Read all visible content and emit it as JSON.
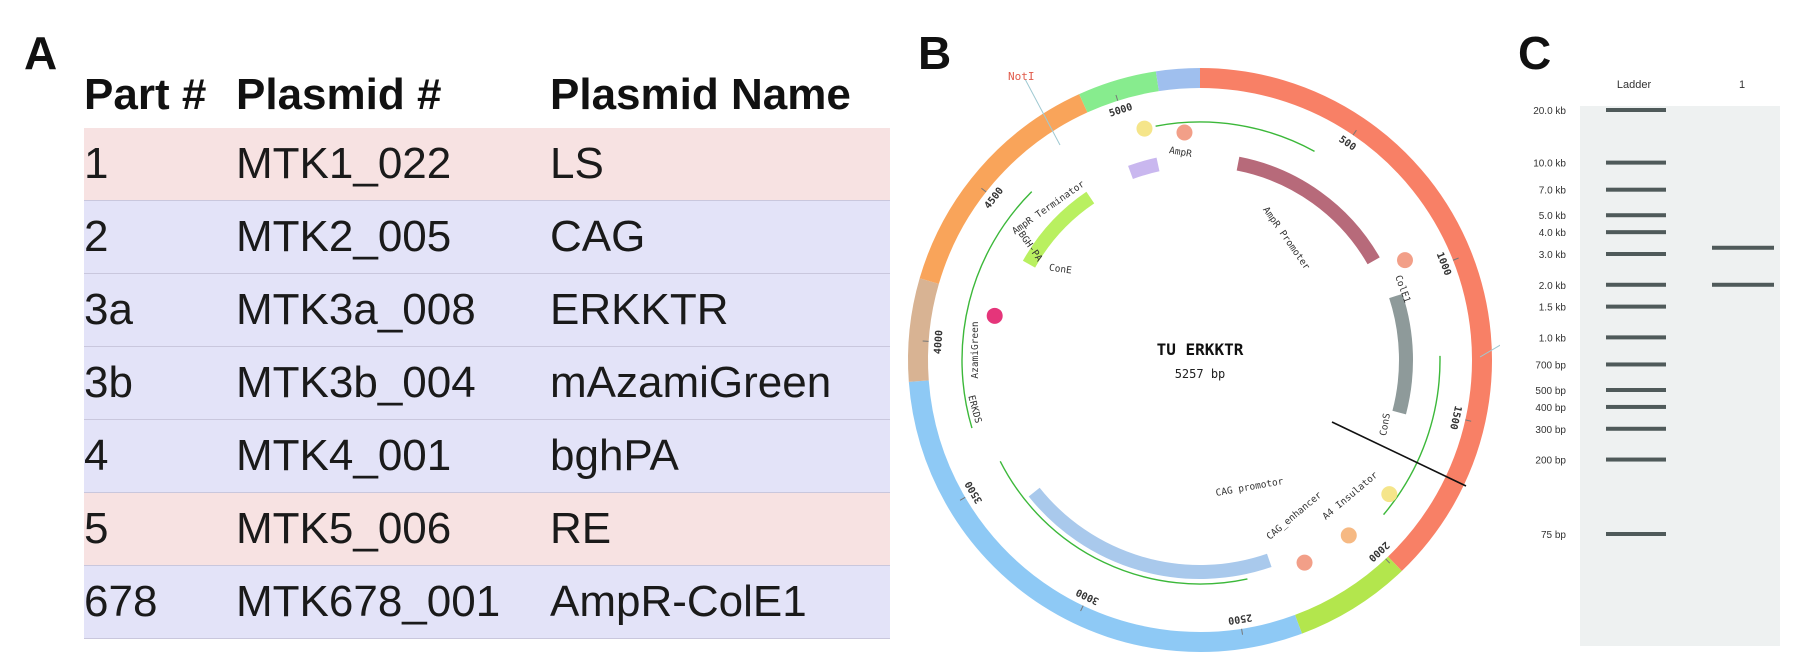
{
  "panels": {
    "a": "A",
    "b": "B",
    "c": "C"
  },
  "table": {
    "headers": [
      "Part #",
      "Plasmid #",
      "Plasmid Name"
    ],
    "rows": [
      {
        "part": "1",
        "plasmid": "MTK1_022",
        "name": "LS",
        "color": "#f7e2e2"
      },
      {
        "part": "2",
        "plasmid": "MTK2_005",
        "name": "CAG",
        "color": "#e3e3f8"
      },
      {
        "part": "3a",
        "plasmid": "MTK3a_008",
        "name": "ERKKTR",
        "color": "#e3e3f8"
      },
      {
        "part": "3b",
        "plasmid": "MTK3b_004",
        "name": "mAzamiGreen",
        "color": "#e3e3f8"
      },
      {
        "part": "4",
        "plasmid": "MTK4_001",
        "name": "bghPA",
        "color": "#e3e3f8"
      },
      {
        "part": "5",
        "plasmid": "MTK5_006",
        "name": "RE",
        "color": "#f7e2e2"
      },
      {
        "part": "678",
        "plasmid": "MTK678_001",
        "name": "AmpR-ColE1",
        "color": "#e3e3f8"
      }
    ]
  },
  "plasmid": {
    "title": "TU ERKKTR",
    "size": "5257 bp",
    "total_bp": 5257,
    "ticks": [
      "500",
      "1000",
      "1500",
      "2000",
      "2500",
      "3000",
      "3500",
      "4000",
      "4500",
      "5000"
    ],
    "restriction_site": "NotI",
    "features": [
      "ConE",
      "AmpR Terminator",
      "AmpR",
      "AmpR Promoter",
      "ColE1",
      "ConS",
      "A4 Insulator",
      "CAG_enhancer",
      "CAG promotor",
      "ERKDS",
      "AzamiGreen",
      "BGH-PA"
    ],
    "outer_segments": [
      {
        "from": 0,
        "to": 1990,
        "color": "#f88066"
      },
      {
        "from": 1990,
        "to": 2330,
        "color": "#b3e64d"
      },
      {
        "from": 2330,
        "to": 3880,
        "color": "#8ec9f5"
      },
      {
        "from": 3880,
        "to": 4180,
        "color": "#d8b393"
      },
      {
        "from": 4180,
        "to": 4900,
        "color": "#f9a45a"
      },
      {
        "from": 4900,
        "to": 5130,
        "color": "#87ec8e"
      },
      {
        "from": 5130,
        "to": 5257,
        "color": "#9fbfee"
      }
    ]
  },
  "gel": {
    "lanes": [
      "Ladder",
      "1"
    ],
    "ladder": [
      "20.0 kb",
      "10.0 kb",
      "7.0 kb",
      "5.0 kb",
      "4.0 kb",
      "3.0 kb",
      "2.0 kb",
      "1.5 kb",
      "1.0 kb",
      "700 bp",
      "500 bp",
      "400 bp",
      "300 bp",
      "200 bp",
      "75 bp"
    ],
    "ladder_bp": [
      20000,
      10000,
      7000,
      5000,
      4000,
      3000,
      2000,
      1500,
      1000,
      700,
      500,
      400,
      300,
      200,
      75
    ],
    "sample_bands_bp": [
      3257,
      2000
    ]
  },
  "colors": {
    "gel_band": "#4f5a5a",
    "gel_bg": "#eef1f1",
    "map_green": "#3cb83a",
    "map_gray_text": "#333333"
  }
}
